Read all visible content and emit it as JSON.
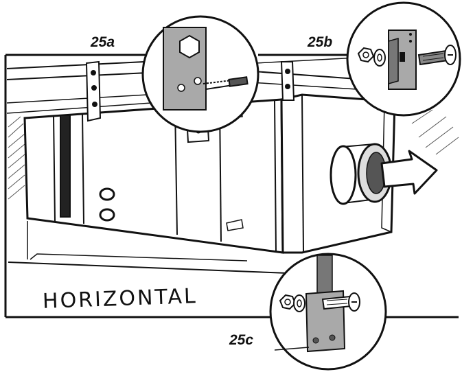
{
  "callouts": {
    "a": "25a",
    "b": "25b",
    "c": "25c"
  },
  "orientation_label": "HORIZONTAL",
  "icons": {
    "arrow": "airflow-arrow-icon",
    "bolt": "bolt-icon",
    "nut": "nut-icon",
    "washer": "washer-icon",
    "bracket": "mounting-bracket-icon"
  },
  "colors": {
    "ink": "#111111",
    "bracket": "#a9a9a9",
    "strap": "#777777"
  }
}
